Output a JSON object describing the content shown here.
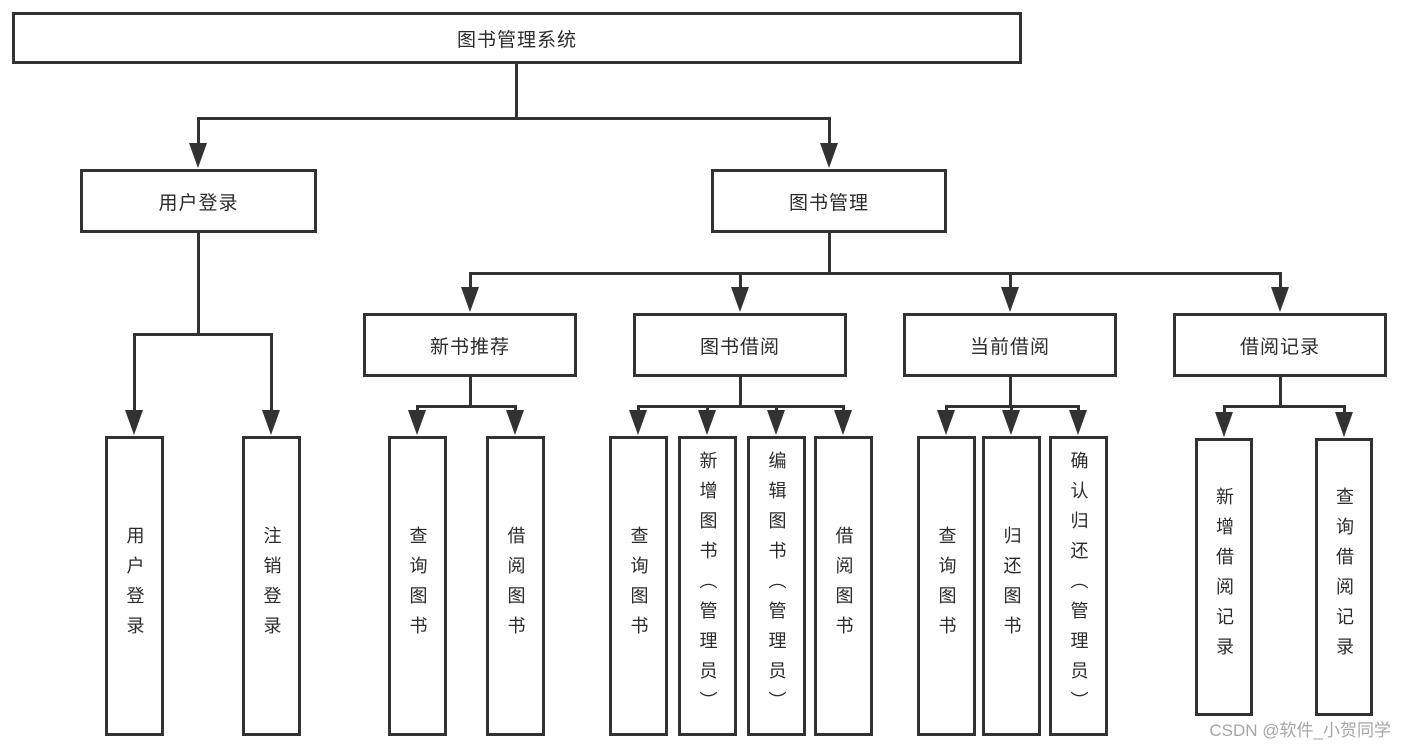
{
  "diagram": {
    "type": "tree",
    "colors": {
      "background": "#ffffff",
      "line": "#323232",
      "box_border": "#323232",
      "text": "#2b2b2b",
      "watermark": "#a6a6a6"
    },
    "nodes": {
      "root": "图书管理系统",
      "l2_user_login": "用户登录",
      "l2_book_mgmt": "图书管理",
      "l3_new_book_rec": "新书推荐",
      "l3_book_borrow": "图书借阅",
      "l3_current_borrow": "当前借阅",
      "l3_borrow_record": "借阅记录",
      "l4_user_login": "用户登录",
      "l4_logout": "注销登录",
      "l4_rec_query_book": "查询图书",
      "l4_rec_borrow_book": "借阅图书",
      "l4_bb_query_book": "查询图书",
      "l4_bb_add_book": "新增图书（管理员）",
      "l4_bb_edit_book": "编辑图书（管理员）",
      "l4_bb_borrow_book": "借阅图书",
      "l4_cb_query_book": "查询图书",
      "l4_cb_return_book": "归还图书",
      "l4_cb_confirm_return": "确认归还（管理员）",
      "l4_br_add_record": "新增借阅记录",
      "l4_br_query_record": "查询借阅记录"
    },
    "hierarchy": {
      "图书管理系统": {
        "用户登录": [
          "用户登录",
          "注销登录"
        ],
        "图书管理": {
          "新书推荐": [
            "查询图书",
            "借阅图书"
          ],
          "图书借阅": [
            "查询图书",
            "新增图书（管理员）",
            "编辑图书（管理员）",
            "借阅图书"
          ],
          "当前借阅": [
            "查询图书",
            "归还图书",
            "确认归还（管理员）"
          ],
          "借阅记录": [
            "新增借阅记录",
            "查询借阅记录"
          ]
        }
      }
    }
  },
  "watermark": {
    "text": "CSDN @软件_小贺同学"
  }
}
